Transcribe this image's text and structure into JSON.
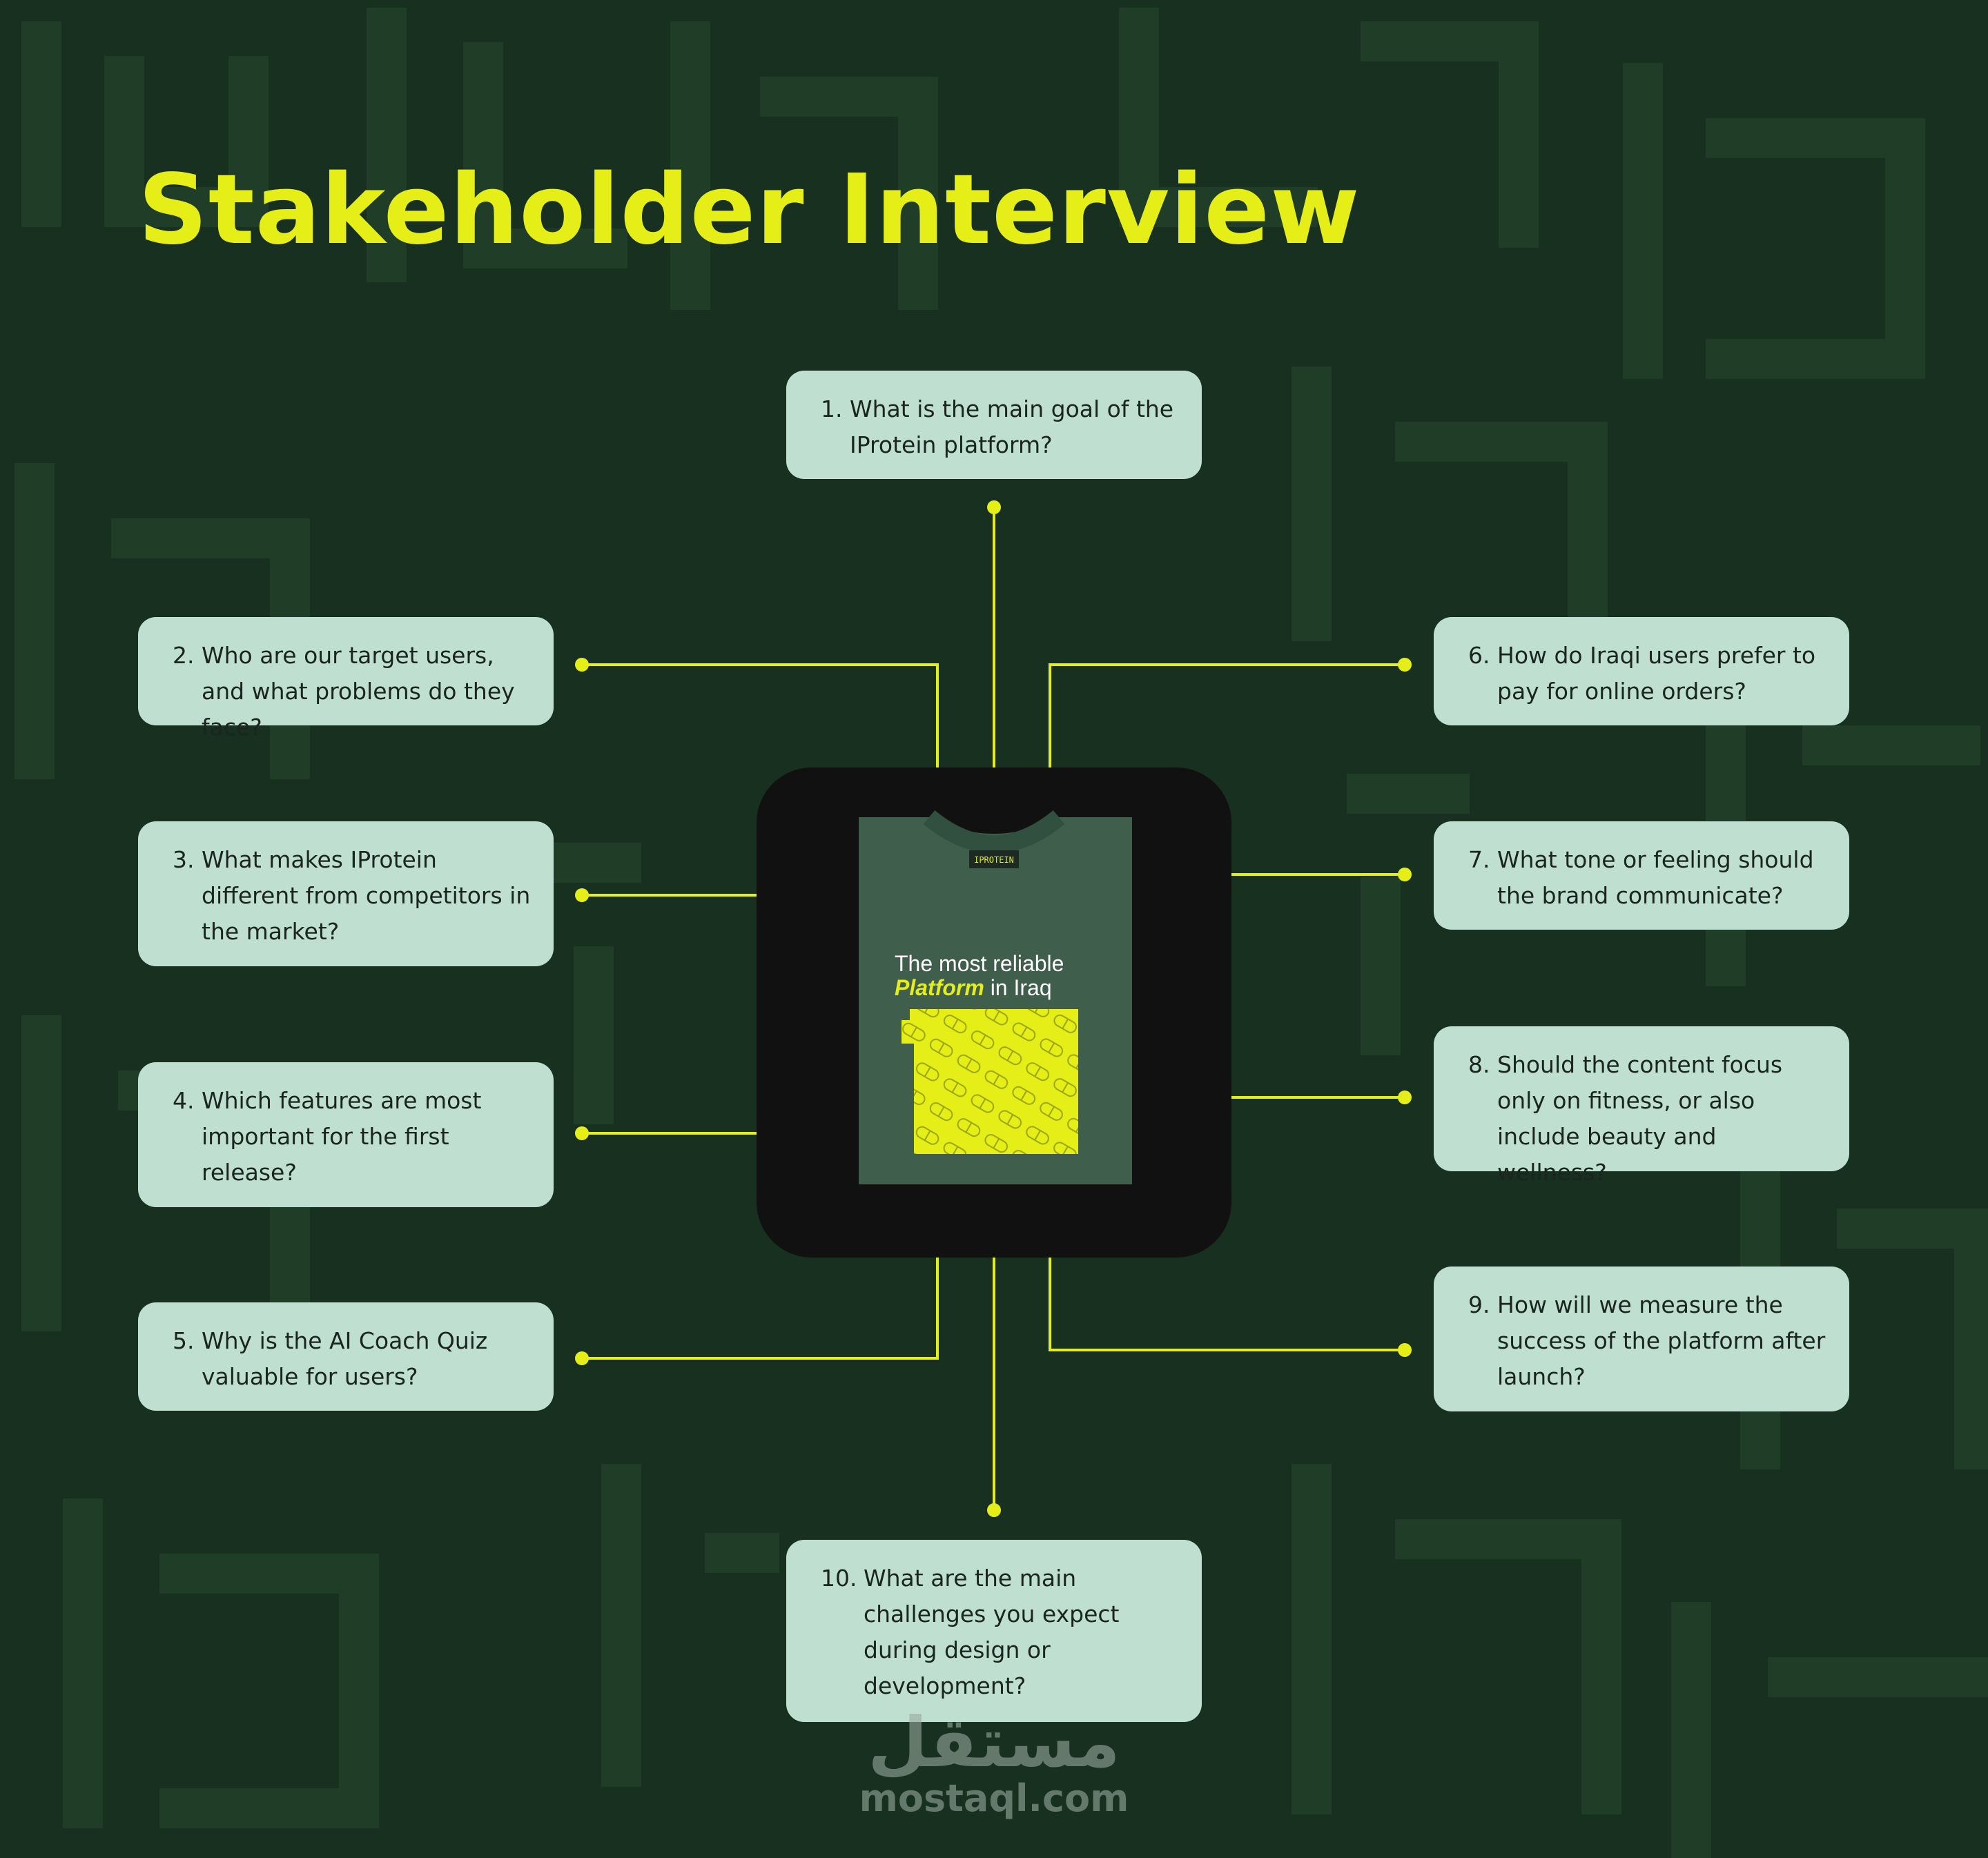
{
  "title": "Stakeholder Interview",
  "questions": [
    {
      "num": "1.",
      "text": "What is the main goal of the IProtein platform?"
    },
    {
      "num": "2.",
      "text": "Who are our target users, and what problems do they face?"
    },
    {
      "num": "3.",
      "text": "What makes IProtein different from competitors in the market?"
    },
    {
      "num": "4.",
      "text": "Which features are most important for the first release?"
    },
    {
      "num": "5.",
      "text": "Why is the AI Coach Quiz valuable for users?"
    },
    {
      "num": "6.",
      "text": "How do Iraqi users prefer to pay for online orders?"
    },
    {
      "num": "7.",
      "text": "What tone or feeling should the brand communicate?"
    },
    {
      "num": "8.",
      "text": "Should the content focus only on fitness, or also include beauty and wellness?"
    },
    {
      "num": "9.",
      "text": "How will we measure the success of the platform after launch?"
    },
    {
      "num": "10.",
      "text": "What are the main challenges you expect during design or development?"
    }
  ],
  "tshirt": {
    "label": "IPROTEIN",
    "line1": "The most reliable",
    "highlight": "Platform",
    "line2_rest": " in Iraq"
  },
  "watermark": {
    "arabic": "مستقل",
    "domain": "mostaql.com"
  },
  "colors": {
    "background": "#17301f",
    "accent": "#e5ee17",
    "card": "#bfe0d0",
    "center": "#111111",
    "shirt": "#3f5f4c"
  }
}
